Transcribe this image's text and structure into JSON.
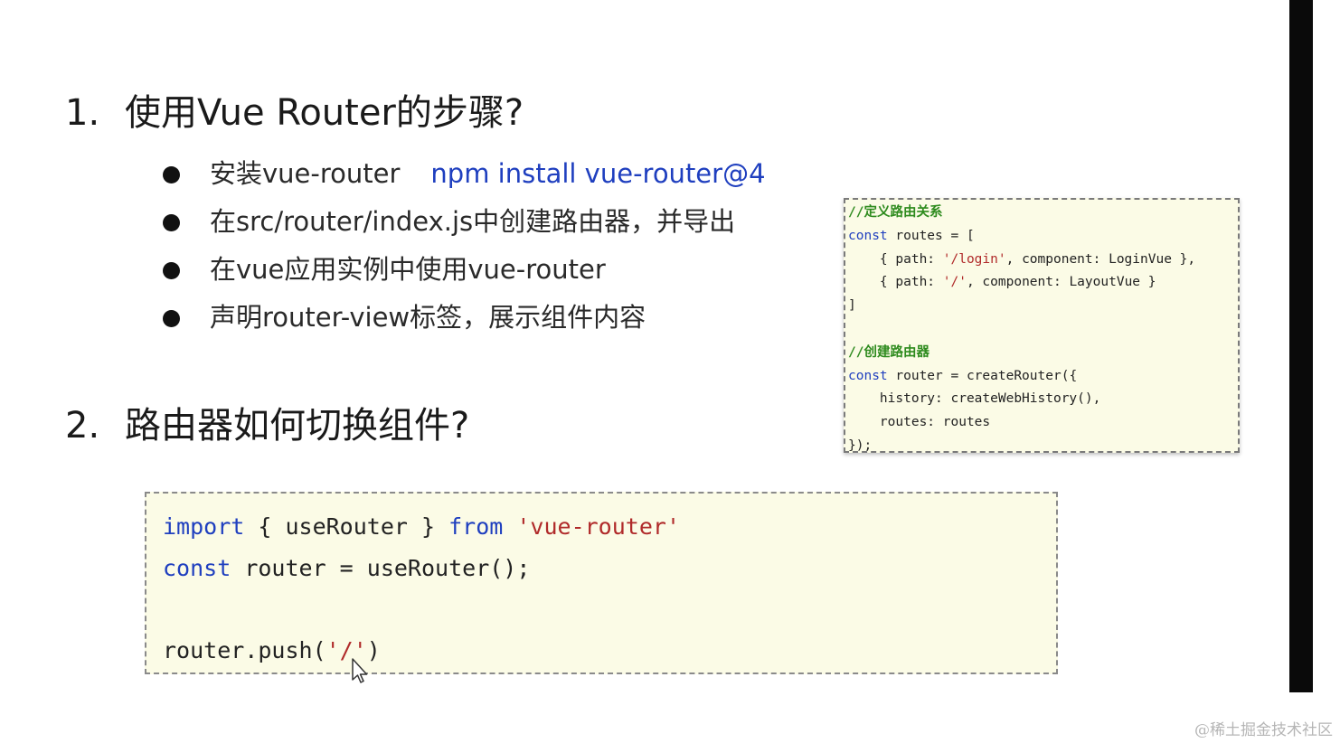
{
  "section1": {
    "number": "1.",
    "title": "使用Vue Router的步骤?",
    "bullets": [
      {
        "text": "安装vue-router",
        "command": "npm install vue-router@4"
      },
      {
        "text": "在src/router/index.js中创建路由器，并导出"
      },
      {
        "text": "在vue应用实例中使用vue-router"
      },
      {
        "text": "声明router-view标签，展示组件内容"
      }
    ]
  },
  "section2": {
    "number": "2.",
    "title": "路由器如何切换组件?"
  },
  "router_config_code": {
    "comment1": "//定义路由关系",
    "kw_const1": "const",
    "line_routes": " routes = [",
    "login_a": "    { path: ",
    "login_str": "'/login'",
    "login_b": ", component: LoginVue },",
    "layout_a": "    { path: ",
    "layout_str": "'/'",
    "layout_b": ", component: LayoutVue }",
    "close_bracket": "]",
    "comment2": "//创建路由器",
    "kw_const2": "const",
    "line_router": " router = createRouter({",
    "history_line": "    history: createWebHistory(),",
    "routes_line": "    routes: routes",
    "close_call": "});"
  },
  "usage_code": {
    "kw_import": "import",
    "import_mid": " { useRouter } ",
    "kw_from": "from",
    "import_space": " ",
    "import_str": "'vue-router'",
    "kw_const": "const",
    "const_rest": " router = useRouter();",
    "push_a": "router.push(",
    "push_str": "'/'",
    "push_b": ")"
  },
  "watermark": "@稀土掘金技术社区",
  "colors": {
    "keyword": "#1f3fbf",
    "string": "#b02a2a",
    "comment": "#2e8b1e",
    "code_bg": "#fbfbe6"
  }
}
